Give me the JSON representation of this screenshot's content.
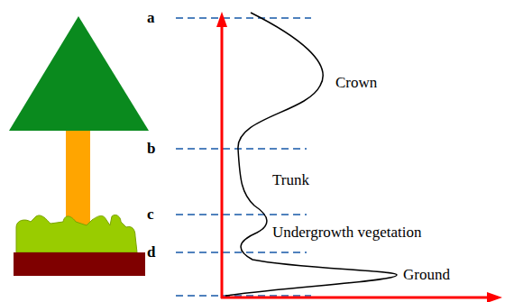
{
  "diagram": {
    "labels": [
      "a",
      "b",
      "c",
      "d",
      "Crown",
      "Trunk",
      "Undergrowth vegetation",
      "Ground"
    ]
  }
}
